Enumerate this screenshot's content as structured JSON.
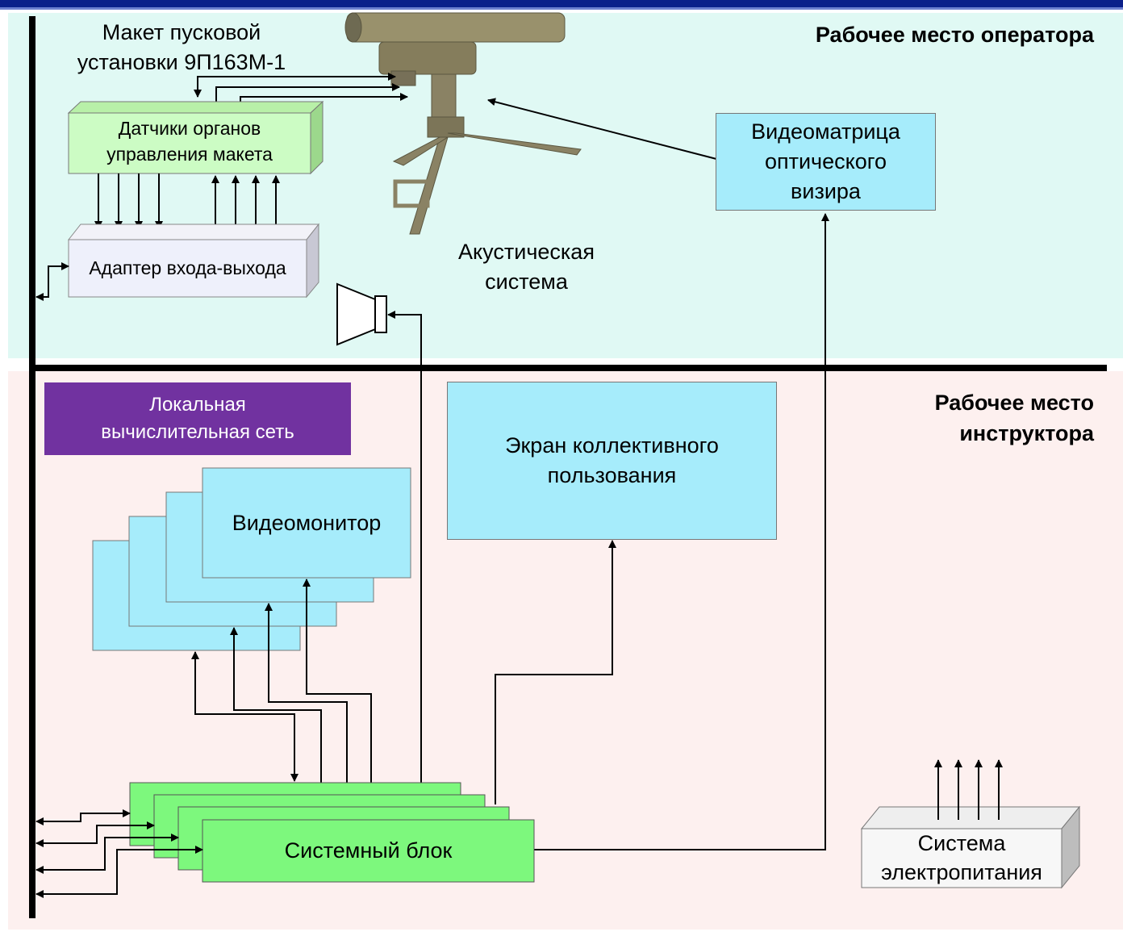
{
  "zones": {
    "operator_title": "Рабочее место оператора",
    "instructor_title_line1": "Рабочее место",
    "instructor_title_line2": "инструктора"
  },
  "launcher_label_line1": "Макет пусковой",
  "launcher_label_line2": "установки 9П163М-1",
  "sensors_line1": "Датчики органов",
  "sensors_line2": "управления макета",
  "adapter": "Адаптер входа-выхода",
  "acoustic_line1": "Акустическая",
  "acoustic_line2": "система",
  "videomatrix_line1": "Видеоматрица",
  "videomatrix_line2": "оптического",
  "videomatrix_line3": "визира",
  "lan_line1": "Локальная",
  "lan_line2": "вычислительная сеть",
  "screen_line1": "Экран коллективного",
  "screen_line2": "пользования",
  "videomonitor": "Видеомонитор",
  "system_unit": "Системный блок",
  "power_line1": "Система",
  "power_line2": "электропитания",
  "colors": {
    "operator_zone": "#e0f9f4",
    "instructor_zone": "#fdf0ef",
    "sensor_box": "#ccfcc4",
    "cyan_box": "#a6ecfb",
    "green_box": "#7df87d",
    "lan_box": "#7132a0",
    "header_bar": "#0b1f8a"
  }
}
